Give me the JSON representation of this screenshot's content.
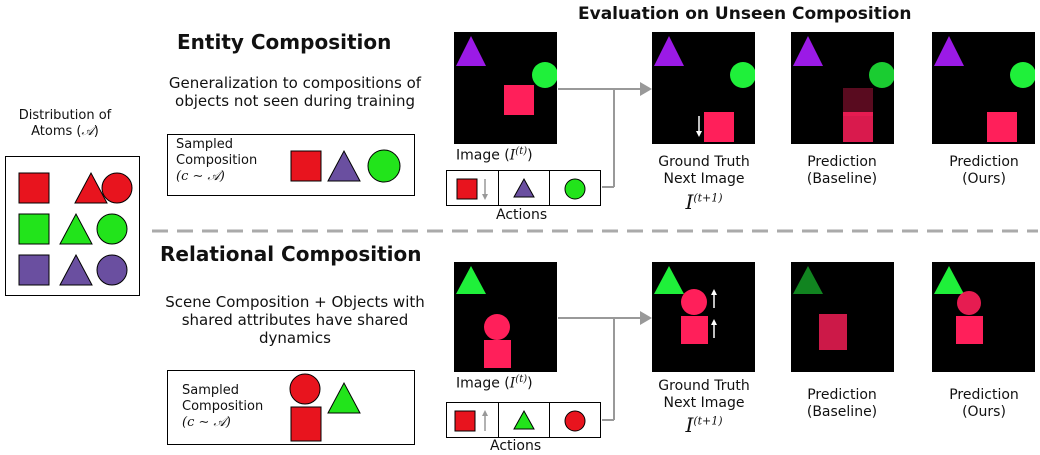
{
  "left": {
    "atoms_title_line1": "Distribution of",
    "atoms_title_line2": "Atoms (",
    "atoms_symbol": "𝒜",
    "atoms_title_close": ")"
  },
  "header": {
    "evaluation_title": "Evaluation on Unseen Composition"
  },
  "entity": {
    "title": "Entity Composition",
    "desc_line1": "Generalization to compositions of",
    "desc_line2": "objects not seen during training",
    "sampled_line1": "Sampled",
    "sampled_line2": "Composition",
    "sampled_math": "(c ∼ 𝒜)",
    "image_label": "Image (",
    "image_math": "I",
    "image_sup": "(t)",
    "image_close": ")",
    "actions_label": "Actions",
    "gt_line1": "Ground Truth",
    "gt_line2": "Next Image",
    "gt_math": "I",
    "gt_sup": "(t+1)",
    "pred_baseline_line1": "Prediction",
    "pred_baseline_line2": "(Baseline)",
    "pred_ours_line1": "Prediction",
    "pred_ours_line2": "(Ours)"
  },
  "relational": {
    "title": "Relational Composition",
    "desc_line1": "Scene Composition + Objects with",
    "desc_line2": "shared attributes have shared",
    "desc_line3": "dynamics",
    "sampled_line1": "Sampled",
    "sampled_line2": "Composition",
    "sampled_math": "(c ∼ 𝒜)",
    "image_label": "Image (",
    "image_math": "I",
    "image_sup": "(t)",
    "image_close": ")",
    "actions_label": "Actions",
    "gt_line1": "Ground Truth",
    "gt_line2": "Next Image",
    "gt_math": "I",
    "gt_sup": "(t+1)",
    "pred_baseline_line1": "Prediction",
    "pred_baseline_line2": "(Baseline)",
    "pred_ours_line1": "Prediction",
    "pred_ours_line2": "(Ours)"
  },
  "colors": {
    "red": "#e8141e",
    "green": "#22e41b",
    "purple": "#6a4fa0",
    "violet": "#9b1ae6",
    "pink": "#ff1f5a",
    "bright_green": "#1ff03a",
    "arrow_gray": "#999999",
    "divider_gray": "#aaaaaa"
  }
}
